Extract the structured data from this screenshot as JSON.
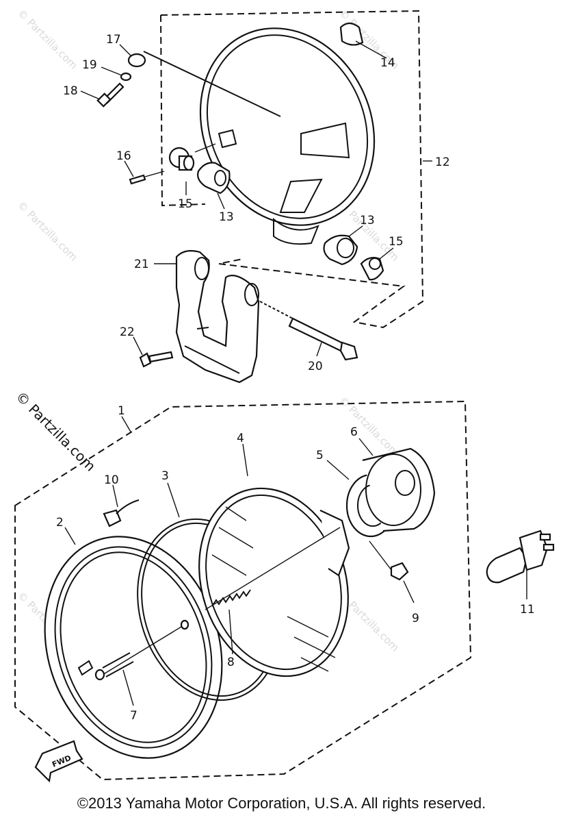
{
  "watermark": "© Partzilla.com",
  "copyright": "©2013 Yamaha Motor Corporation, U.S.A. All rights reserved.",
  "fwd_label": "FWD",
  "callouts": [
    "1",
    "2",
    "3",
    "4",
    "5",
    "6",
    "7",
    "8",
    "9",
    "10",
    "11",
    "12",
    "13",
    "13",
    "14",
    "15",
    "15",
    "16",
    "17",
    "18",
    "19",
    "20",
    "21",
    "22"
  ]
}
